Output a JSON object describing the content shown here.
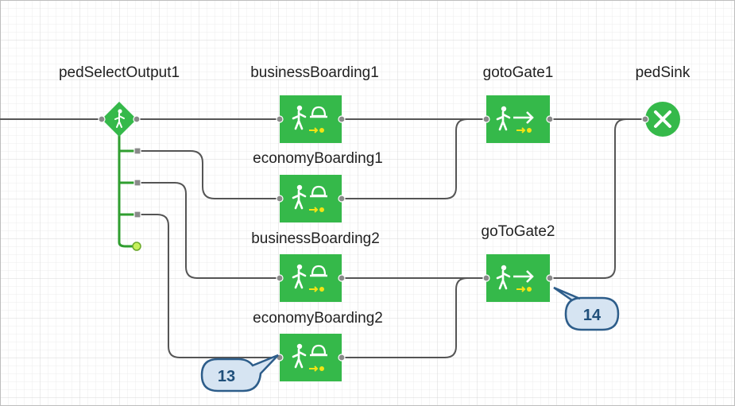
{
  "diagram": {
    "title": "",
    "blocks": [
      {
        "id": "pedSelectOutput1",
        "label": "pedSelectOutput1",
        "kind": "select-output",
        "icon": "diamond-pedestrian-icon"
      },
      {
        "id": "businessBoarding1",
        "label": "businessBoarding1",
        "kind": "service",
        "icon": "pedestrian-service-icon"
      },
      {
        "id": "economyBoarding1",
        "label": "economyBoarding1",
        "kind": "service",
        "icon": "pedestrian-service-icon"
      },
      {
        "id": "businessBoarding2",
        "label": "businessBoarding2",
        "kind": "service",
        "icon": "pedestrian-service-icon"
      },
      {
        "id": "economyBoarding2",
        "label": "economyBoarding2",
        "kind": "service",
        "icon": "pedestrian-service-icon"
      },
      {
        "id": "gotoGate1",
        "label": "gotoGate1",
        "kind": "goto",
        "icon": "pedestrian-go-to-icon"
      },
      {
        "id": "goToGate2",
        "label": "goToGate2",
        "kind": "goto",
        "icon": "pedestrian-go-to-icon"
      },
      {
        "id": "pedSink",
        "label": "pedSink",
        "kind": "sink",
        "icon": "close-circle-icon"
      }
    ],
    "connections": [
      [
        "input",
        "pedSelectOutput1"
      ],
      [
        "pedSelectOutput1",
        "businessBoarding1"
      ],
      [
        "pedSelectOutput1",
        "economyBoarding1"
      ],
      [
        "pedSelectOutput1",
        "businessBoarding2"
      ],
      [
        "pedSelectOutput1",
        "economyBoarding2"
      ],
      [
        "businessBoarding1",
        "gotoGate1"
      ],
      [
        "economyBoarding1",
        "gotoGate1"
      ],
      [
        "businessBoarding2",
        "goToGate2"
      ],
      [
        "economyBoarding2",
        "goToGate2"
      ],
      [
        "gotoGate1",
        "pedSink"
      ],
      [
        "goToGate2",
        "pedSink"
      ]
    ],
    "callouts": [
      {
        "id": "callout13",
        "text": "13"
      },
      {
        "id": "callout14",
        "text": "14"
      }
    ]
  },
  "colors": {
    "block_green": "#35b94a",
    "grid_line": "#e4e4e4",
    "wire": "#555555",
    "callout_fill": "#d6e4f2",
    "callout_border": "#2d5d8a"
  }
}
